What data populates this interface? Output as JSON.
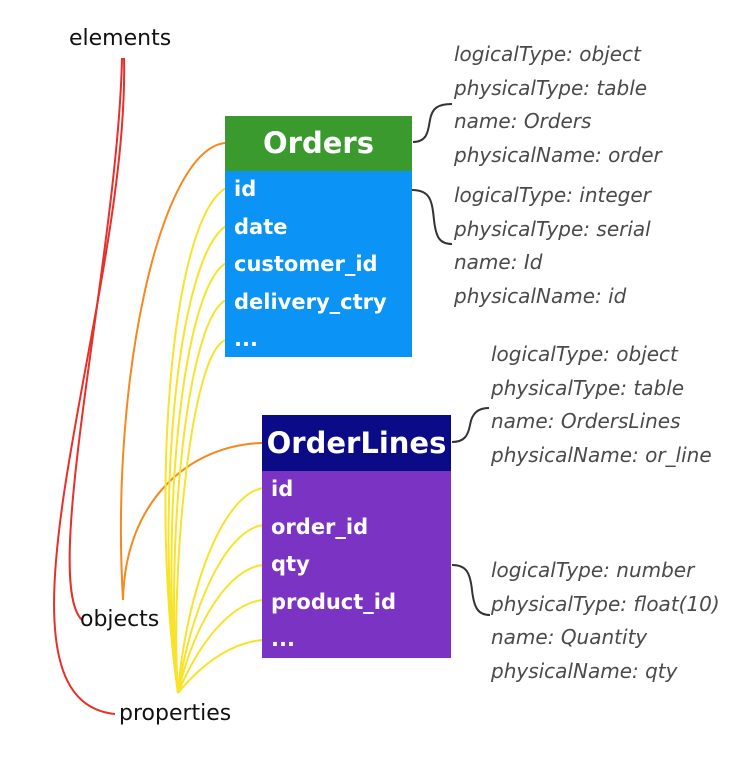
{
  "labels": {
    "elements": "elements",
    "objects": "objects",
    "properties": "properties"
  },
  "orders": {
    "title": "Orders",
    "properties": [
      "id",
      "date",
      "customer_id",
      "delivery_ctry",
      "..."
    ],
    "header_color": "#3a9a2e",
    "body_color": "#0b93f5"
  },
  "orderlines": {
    "title": "OrderLines",
    "properties": [
      "id",
      "order_id",
      "qty",
      "product_id",
      "..."
    ],
    "header_color": "#0b0b87",
    "body_color": "#7b33c4"
  },
  "meta": {
    "orders_object": [
      "logicalType: object",
      "physicalType: table",
      "name: Orders",
      "physicalName: order"
    ],
    "orders_id": [
      "logicalType: integer",
      "physicalType: serial",
      "name: Id",
      "physicalName:  id"
    ],
    "orderlines_object": [
      "logicalType: object",
      "physicalType: table",
      "name: OrdersLines",
      "physicalName: or_line"
    ],
    "orderlines_qty": [
      "logicalType: number",
      "physicalType: float(10)",
      "name: Quantity",
      "physicalName:  qty"
    ]
  },
  "colors": {
    "elements_line": "#e8302a",
    "objects_line": "#f5891f",
    "properties_line": "#f7e32a",
    "brace": "#333333"
  }
}
